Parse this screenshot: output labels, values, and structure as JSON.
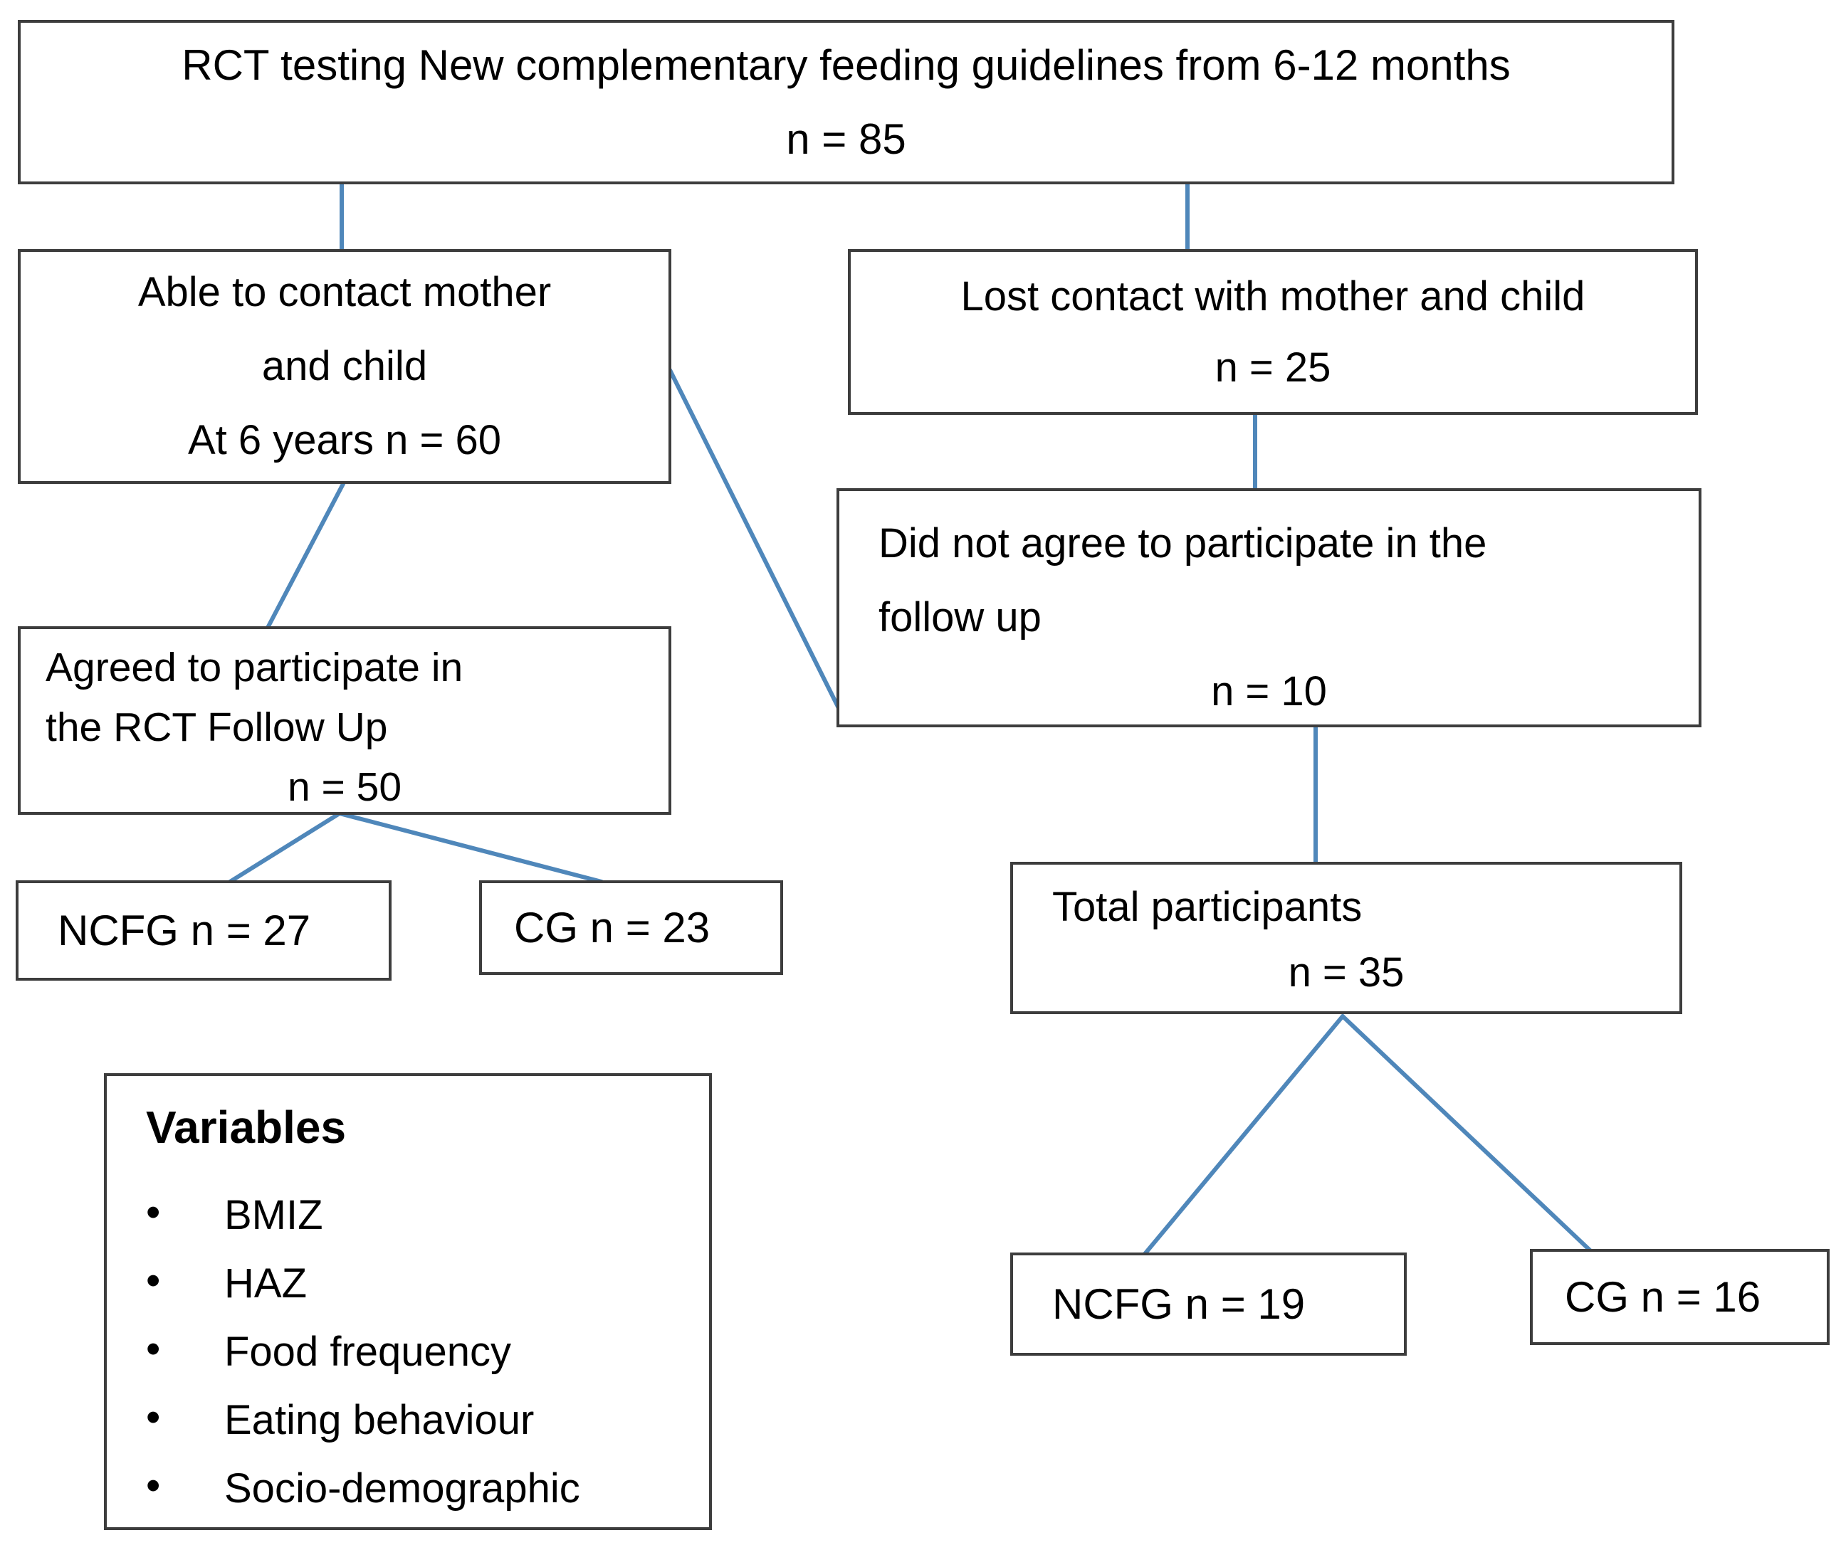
{
  "nodes": {
    "rct": {
      "lines": [
        "RCT testing New complementary feeding guidelines from 6-12 months",
        "n = 85"
      ]
    },
    "able": {
      "lines": [
        "Able to contact mother",
        "and child",
        "At 6 years n = 60"
      ]
    },
    "lost": {
      "lines": [
        "Lost contact with mother and child",
        "n = 25"
      ]
    },
    "did_not_agree": {
      "lines": [
        "Did not agree to participate in the",
        "follow up",
        "n = 10"
      ]
    },
    "agreed": {
      "lines": [
        "Agreed to participate in",
        "the RCT Follow Up",
        "n = 50"
      ]
    },
    "ncfg_followup": {
      "label": "NCFG n = 27"
    },
    "cg_followup": {
      "label": "CG n = 23"
    },
    "total": {
      "lines": [
        "Total participants",
        "n = 35"
      ]
    },
    "ncfg_final": {
      "label": "NCFG n = 19"
    },
    "cg_final": {
      "label": "CG n = 16"
    }
  },
  "variables_panel": {
    "heading": "Variables",
    "items": [
      "BMIZ",
      "HAZ",
      "Food frequency",
      "Eating behaviour",
      "Socio-demographic"
    ]
  },
  "colors": {
    "connector": "#4f87ba",
    "box_border": "#3d3d3d",
    "text": "#000000",
    "background": "#ffffff"
  }
}
